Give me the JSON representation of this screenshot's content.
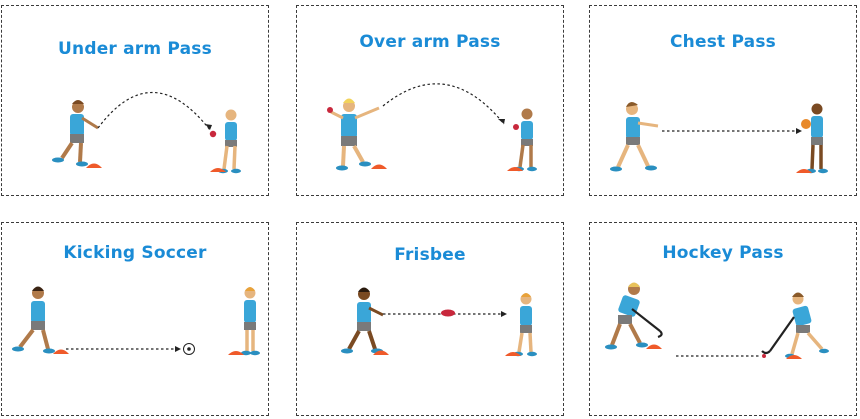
{
  "cards": [
    {
      "title": "Under arm Pass"
    },
    {
      "title": "Over arm Pass"
    },
    {
      "title": "Chest Pass"
    },
    {
      "title": "Kicking Soccer"
    },
    {
      "title": "Frisbee"
    },
    {
      "title": "Hockey Pass"
    }
  ],
  "colors": {
    "title": "#1a8bd6",
    "shirt": "#3aa6d8",
    "shorts": "#7a7a7a",
    "cone": "#ef5a2a",
    "ball": "#c8283c",
    "border": "#3b3b3b"
  }
}
